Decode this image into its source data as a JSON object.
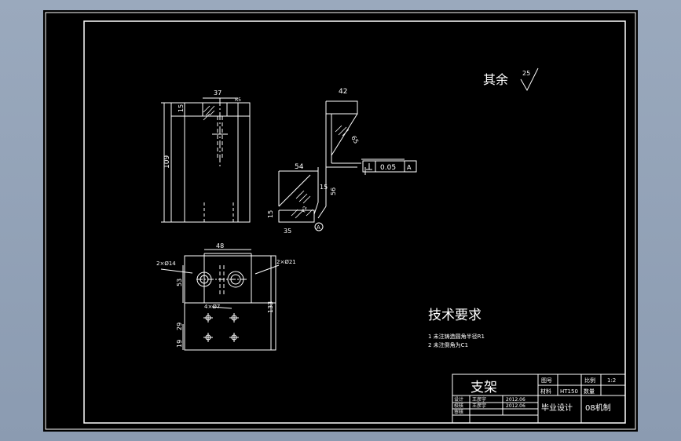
{
  "surface_note": "其余",
  "surface_value": "25",
  "tech_title": "技术要求",
  "tech_notes": [
    "1 未注铸造圆角半径R1",
    "2 未注倒角为C1"
  ],
  "dims": {
    "top_width": "37",
    "top_small": "R5",
    "left_15": "15",
    "left_109": "109",
    "top_42": "42",
    "diag_65": "65",
    "flatness": "0.05",
    "datum": "A",
    "dim_54": "54",
    "dim_15b": "15",
    "dim_56": "56",
    "dim_15c": "15",
    "dim_35": "35",
    "dim_r2": "R2",
    "datum_circle": "A",
    "bottom_48": "48",
    "hole_left": "2×Ø14",
    "hole_right": "2×Ø21",
    "dim_53": "53",
    "dim_133": "133",
    "hole_small": "4×Ø7",
    "dim_29": "29",
    "dim_19": "19"
  },
  "title_block": {
    "part_name": "支架",
    "drawing_no_label": "图号",
    "scale_label": "比例",
    "scale_value": "1:2",
    "material_label": "材料",
    "material_value": "HT150",
    "qty_label": "数量",
    "design_label": "设计",
    "check_label": "校核",
    "review_label": "审核",
    "designer": "王彦宇",
    "checker": "王彦宇",
    "design_date": "2012.06",
    "check_date": "2012.06",
    "project": "毕业设计",
    "class": "08机制"
  }
}
